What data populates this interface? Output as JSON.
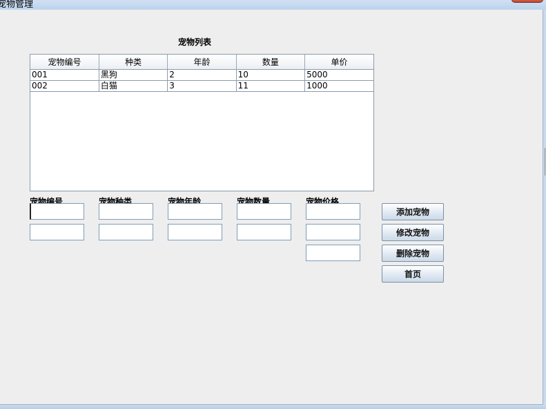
{
  "window": {
    "title": "宠物管理"
  },
  "table": {
    "title": "宠物列表",
    "columns": [
      "宠物编号",
      "种类",
      "年龄",
      "数量",
      "单价"
    ],
    "rows": [
      [
        "001",
        "黑狗",
        "2",
        "10",
        "5000"
      ],
      [
        "002",
        "白猫",
        "3",
        "11",
        "1000"
      ]
    ]
  },
  "form": {
    "labels": {
      "id": "宠物编号",
      "type": "宠物种类",
      "age": "宠物年龄",
      "count": "宠物数量",
      "price": "宠物价格"
    }
  },
  "buttons": {
    "add": "添加宠物",
    "edit": "修改宠物",
    "delete": "删除宠物",
    "home": "首页"
  },
  "colors": {
    "client_bg": "#eeeeee",
    "border": "#7f9db9",
    "title_bar": "#cfe0f3"
  }
}
